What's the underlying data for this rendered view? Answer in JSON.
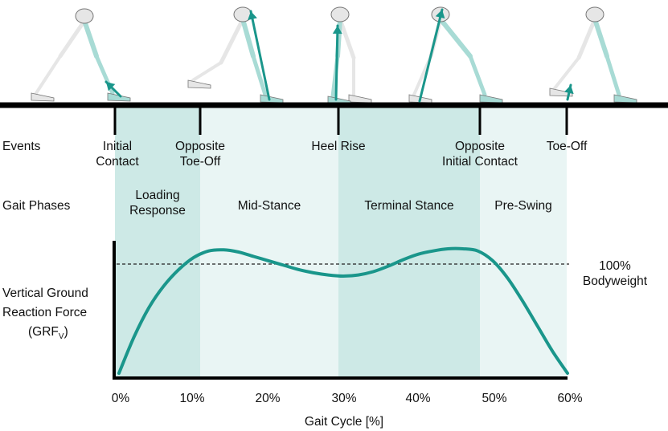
{
  "row_labels": {
    "events": "Events",
    "phases": "Gait Phases",
    "grf_line1": "Vertical Ground",
    "grf_line2": "Reaction Force",
    "grf_sym_main": "(GRF",
    "grf_sym_sub": "V",
    "grf_sym_close": ")"
  },
  "events": [
    {
      "label": "Initial\nContact",
      "percent": 0
    },
    {
      "label": "Opposite\nToe-Off",
      "percent": 10
    },
    {
      "label": "Heel Rise",
      "percent": 30
    },
    {
      "label": "Opposite\nInitial Contact",
      "percent": 50
    },
    {
      "label": "Toe-Off",
      "percent": 60
    }
  ],
  "phases": [
    {
      "label": "Loading\nResponse",
      "start": 0,
      "end": 10,
      "shade": "dark"
    },
    {
      "label": "Mid-Stance",
      "start": 10,
      "end": 30,
      "shade": "light"
    },
    {
      "label": "Terminal Stance",
      "start": 30,
      "end": 50,
      "shade": "dark"
    },
    {
      "label": "Pre-Swing",
      "start": 50,
      "end": 60,
      "shade": "light"
    }
  ],
  "bodyweight_label": "100%\nBodyweight",
  "colors": {
    "curve": "#1a968b",
    "band_dark": "#cde9e6",
    "band_light": "#e9f5f4",
    "bone": "#e6e6e6",
    "bone_highlight": "#a8dbd5",
    "arrow": "#1a968b"
  },
  "chart_data": {
    "type": "line",
    "xlabel": "Gait Cycle [%]",
    "ylabel": "",
    "xlim": [
      0,
      60
    ],
    "x_ticks": [
      "0%",
      "10%",
      "20%",
      "30%",
      "40%",
      "50%",
      "60%"
    ],
    "reference_line": {
      "value": 1.0,
      "style": "dashed"
    },
    "series": [
      {
        "x": [
          0,
          2,
          4,
          6,
          8,
          10,
          12,
          14,
          16,
          18,
          20,
          22,
          24,
          26,
          28,
          30,
          32,
          34,
          36,
          38,
          40,
          42,
          44,
          46,
          48,
          50,
          52,
          54,
          56,
          58,
          60
        ],
        "y": [
          0.0,
          0.33,
          0.6,
          0.8,
          0.95,
          1.06,
          1.12,
          1.13,
          1.11,
          1.07,
          1.03,
          0.99,
          0.95,
          0.92,
          0.9,
          0.89,
          0.9,
          0.93,
          0.98,
          1.04,
          1.09,
          1.12,
          1.14,
          1.14,
          1.12,
          1.03,
          0.87,
          0.66,
          0.43,
          0.2,
          0.0
        ]
      }
    ]
  }
}
